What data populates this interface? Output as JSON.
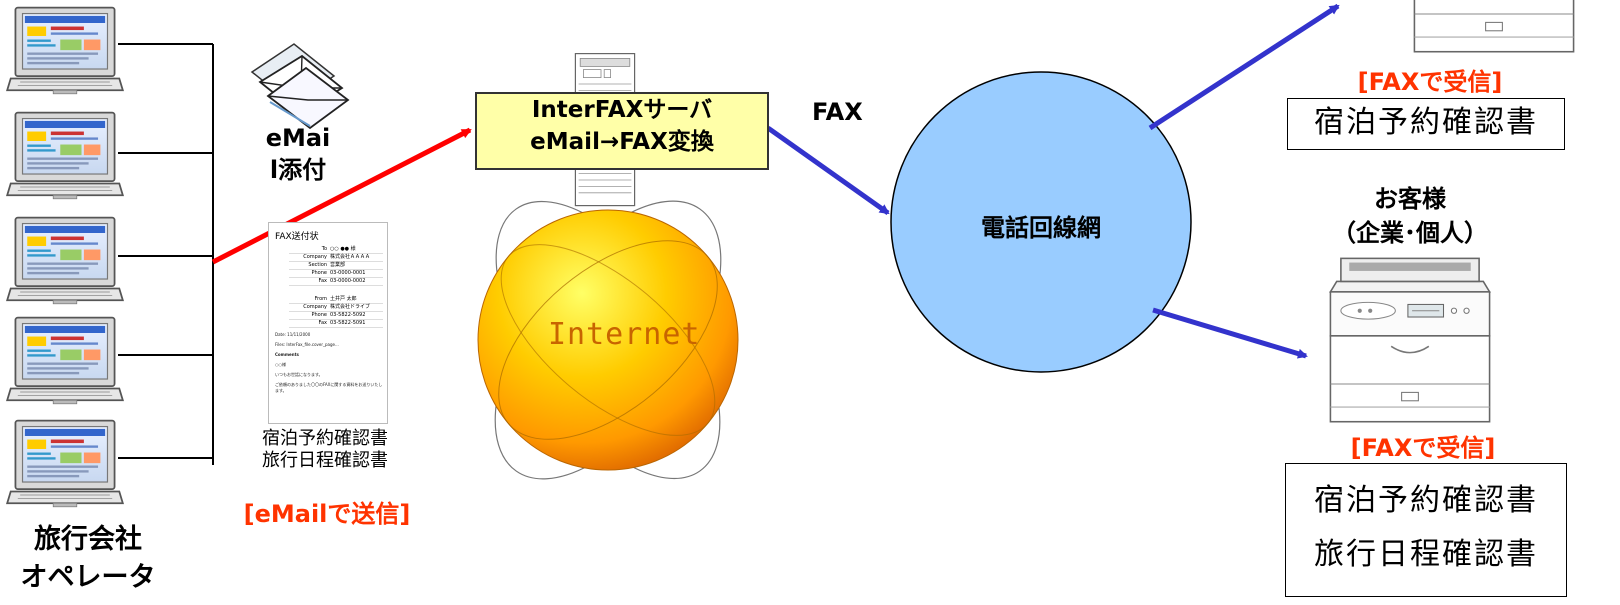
{
  "operators": {
    "label_line1": "旅行会社",
    "label_line2": "オペレータ",
    "laptop_count": 5
  },
  "email_attach": {
    "label_line1": "eMai",
    "label_line2": "l添付"
  },
  "fax_document": {
    "title": "FAX送付状",
    "to_block": [
      {
        "k": "To",
        "v": "○○ ●● 様"
      },
      {
        "k": "Company",
        "v": "株式会社ＡＡＡＡ"
      },
      {
        "k": "Section",
        "v": "営業部"
      },
      {
        "k": "Phone",
        "v": "03-0000-0001"
      },
      {
        "k": "Fax",
        "v": "03-0000-0002"
      }
    ],
    "from_block": [
      {
        "k": "From",
        "v": "土井戸 太郎"
      },
      {
        "k": "Company",
        "v": "株式会社ドライブ"
      },
      {
        "k": "Phone",
        "v": "03-5822-5092"
      },
      {
        "k": "Fax",
        "v": "03-5822-5091"
      }
    ],
    "date_line": "Date: 11/11/2000",
    "file_line": "Files: InterFax_file.cover_page...",
    "comments_label": "Comments",
    "comments_to": "○○様",
    "body_line1": "いつもお世話になります。",
    "body_line2": "ご依頼のありました〇〇のFAXに関する資料をお送りいたします。",
    "caption_line1": "宿泊予約確認書",
    "caption_line2": "旅行日程確認書",
    "send_label": "[eMailで送信]"
  },
  "server": {
    "line1": "InterFAXサーバ",
    "line2": "eMail→FAX変換",
    "globe_label": "Internet"
  },
  "fax_link_label": "FAX",
  "phone_network": {
    "label": "電話回線網",
    "fill_color": "#99ccff"
  },
  "customer_top": {
    "receive_label": "[FAXで受信]",
    "doc_line1": "宿泊予約確認書"
  },
  "customer_bottom": {
    "title_line1": "お客様",
    "title_line2": "（企業･個人）",
    "receive_label": "[FAXで受信]",
    "doc_line1": "宿泊予約確認書",
    "doc_line2": "旅行日程確認書"
  },
  "colors": {
    "email_arrow": "#ff0000",
    "fax_arrow": "#3333cc",
    "accent_red": "#ff3300",
    "server_box": "#ffffa8"
  }
}
